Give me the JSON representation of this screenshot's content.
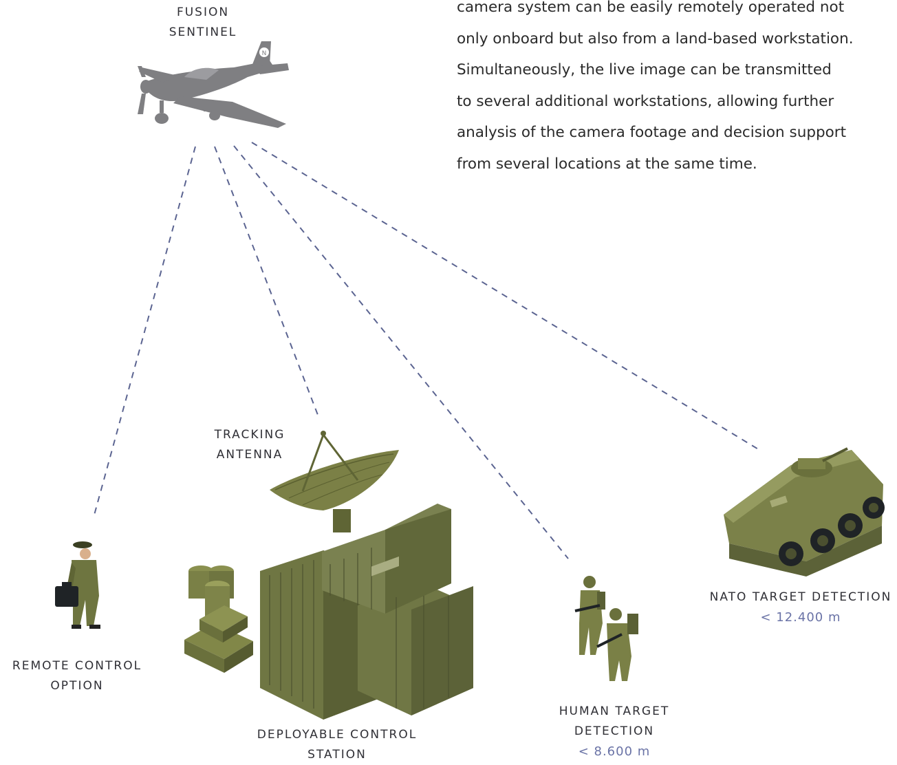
{
  "description_lines": [
    "camera system can be easily remotely operated not",
    "only onboard but also from a land-based workstation.",
    "Simultaneously, the live image can be transmitted",
    "to several additional workstations, allowing further",
    "analysis of the camera footage and decision support",
    "from several locations at the same time."
  ],
  "nodes": {
    "aircraft": {
      "label_lines": [
        "FUSION",
        "SENTINEL"
      ],
      "logo_text": "N"
    },
    "remote": {
      "label_lines": [
        "REMOTE CONTROL",
        "OPTION"
      ]
    },
    "antenna": {
      "label_lines": [
        "TRACKING",
        "ANTENNA"
      ]
    },
    "station": {
      "label_lines": [
        "DEPLOYABLE CONTROL",
        "STATION"
      ]
    },
    "human": {
      "label_lines": [
        "HUMAN TARGET",
        "DETECTION"
      ],
      "range": "< 8.600 m"
    },
    "nato": {
      "label_lines": [
        "NATO TARGET DETECTION"
      ],
      "range": "< 12.400 m"
    }
  },
  "colors": {
    "link_line": "#5b6491",
    "range_text": "#6a73a6",
    "aircraft": "#7f7f82",
    "military_green": "#6e7540"
  }
}
